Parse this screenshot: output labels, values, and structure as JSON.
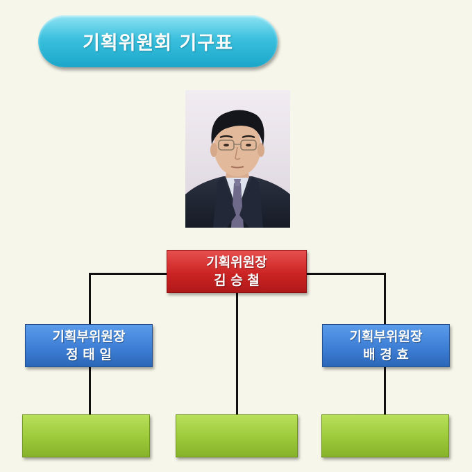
{
  "title": "기획위원회 기구표",
  "chair": {
    "role": "기획위원장",
    "name": "김 승 철"
  },
  "vice_left": {
    "role": "기획부위원장",
    "name": "정 태 일"
  },
  "vice_right": {
    "role": "기획부위원장",
    "name": "배 경 효"
  },
  "colors": {
    "title_pill": "#3bc0de",
    "chair_box": "#cc2424",
    "vice_box": "#3e7fd6",
    "member_box": "#9cc93a",
    "background": "#f6f6ea"
  },
  "icons": {
    "photo": "portrait-photo"
  }
}
